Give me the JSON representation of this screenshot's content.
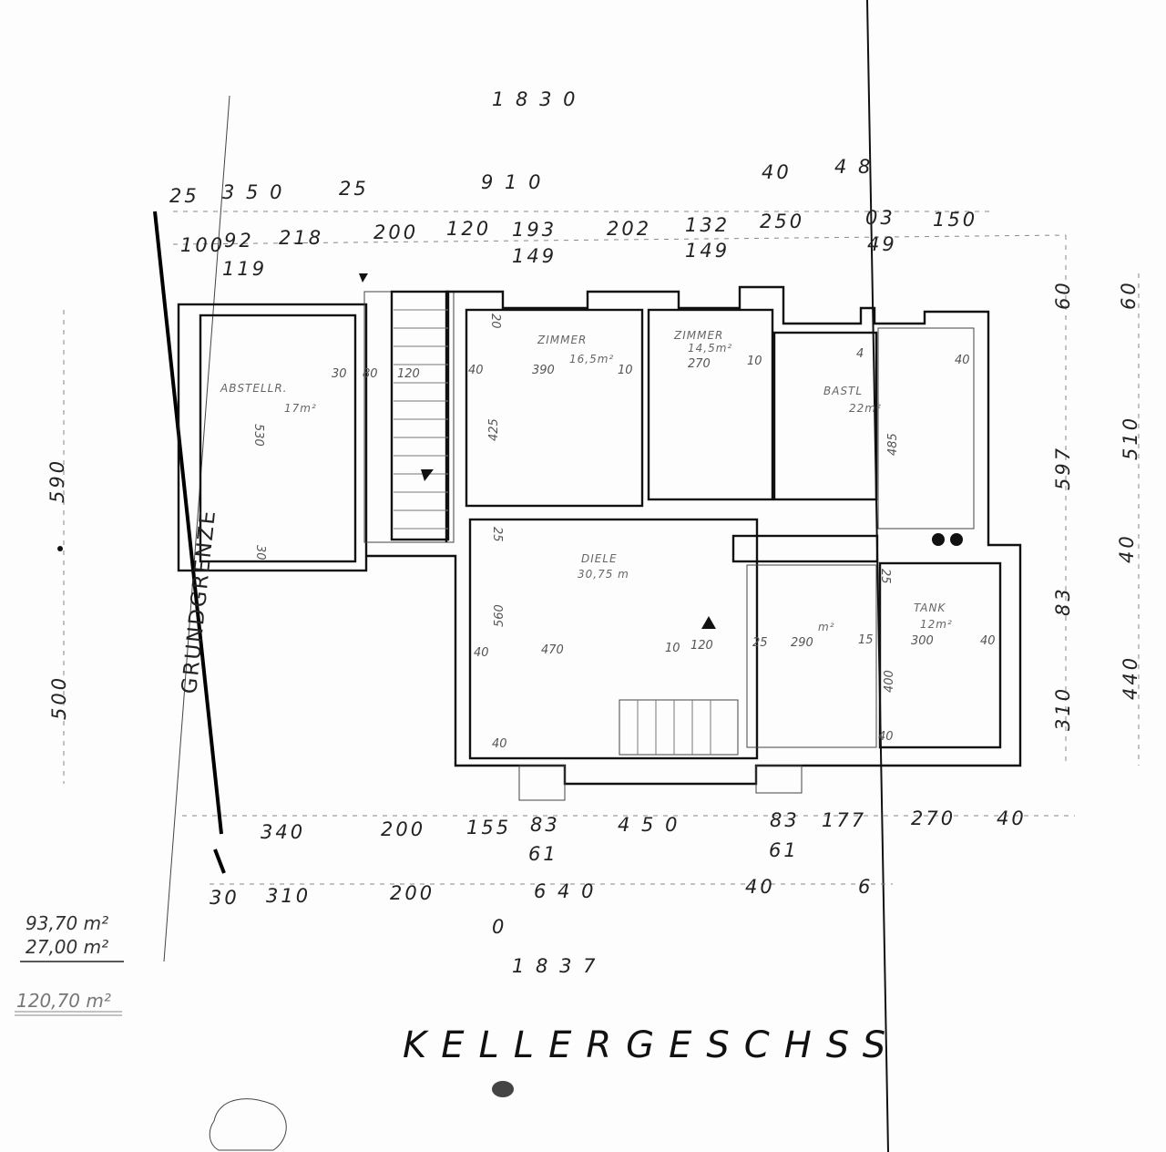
{
  "plan": {
    "title": "KELLERGESCHSS",
    "boundary_label": "GRUNDGRENZE",
    "rooms": {
      "abstellraum": {
        "name": "ABSTELLR.",
        "area": "17m²"
      },
      "zimmer1": {
        "name": "ZIMMER",
        "area": "16,5m²"
      },
      "zimmer2": {
        "name": "ZIMMER",
        "area": "14,5m²"
      },
      "bast": {
        "name": "BASTL",
        "area": "22m²"
      },
      "diele": {
        "name": "DIELE",
        "area": "30,75 m"
      },
      "tank": {
        "name": "TANK",
        "area": "12m²"
      },
      "room_small": {
        "area": "m²"
      }
    },
    "dims_top": [
      "1 8 3 0",
      "25",
      "3 5 0",
      "25",
      "9 1 0",
      "40",
      "4 8",
      "100",
      "92",
      "218",
      "119",
      "200",
      "120",
      "193",
      "149",
      "202",
      "132",
      "149",
      "250",
      "03",
      "49",
      "150"
    ],
    "dims_right": [
      "60",
      "60",
      "510",
      "597",
      "40",
      "83",
      "440",
      "310"
    ],
    "dims_left": [
      "590",
      "500"
    ],
    "dims_inner": [
      "530",
      "30",
      "30",
      "80",
      "120",
      "20",
      "40",
      "390",
      "10",
      "425",
      "270",
      "10",
      "485",
      "40",
      "4",
      "25",
      "560",
      "470",
      "40",
      "10",
      "120",
      "25",
      "290",
      "15",
      "300",
      "40",
      "25",
      "400",
      "40",
      "40"
    ],
    "dims_bottom": [
      "340",
      "200",
      "155",
      "83",
      "61",
      "4 5 0",
      "83",
      "61",
      "177",
      "270",
      "40",
      "30",
      "310",
      "200",
      "6 4 0",
      "40",
      "6",
      "1 8 3 7",
      "0"
    ],
    "areas": {
      "basement": "93,70 m²",
      "extra": "27,00 m²",
      "total": "120,70 m²"
    }
  }
}
